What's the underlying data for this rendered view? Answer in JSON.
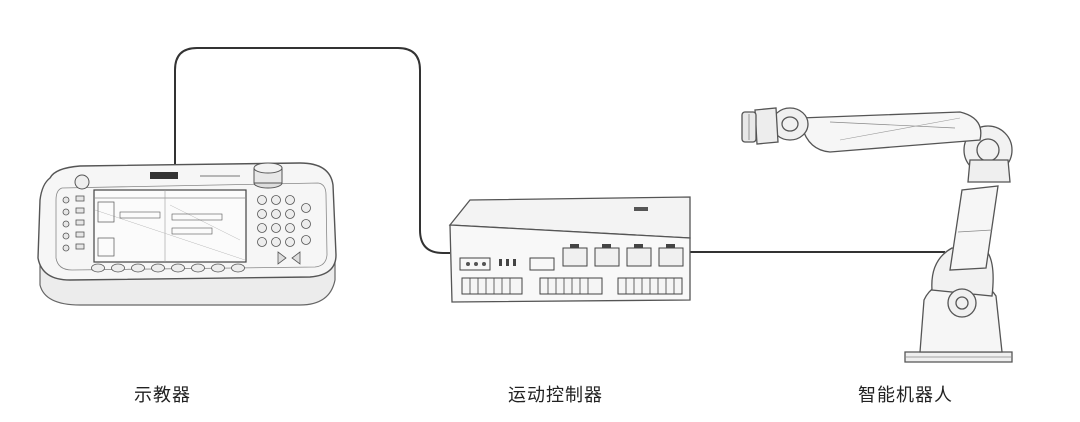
{
  "nodes": [
    {
      "id": "pendant",
      "label": "示教器"
    },
    {
      "id": "controller",
      "label": "运动控制器"
    },
    {
      "id": "robot",
      "label": "智能机器人"
    }
  ],
  "edges": [
    {
      "from": "pendant",
      "to": "controller"
    },
    {
      "from": "controller",
      "to": "robot"
    }
  ],
  "colors": {
    "line": "#333333",
    "device_fill": "#f6f6f6",
    "device_stroke": "#555555",
    "screen_fill": "#fbfbfb"
  }
}
